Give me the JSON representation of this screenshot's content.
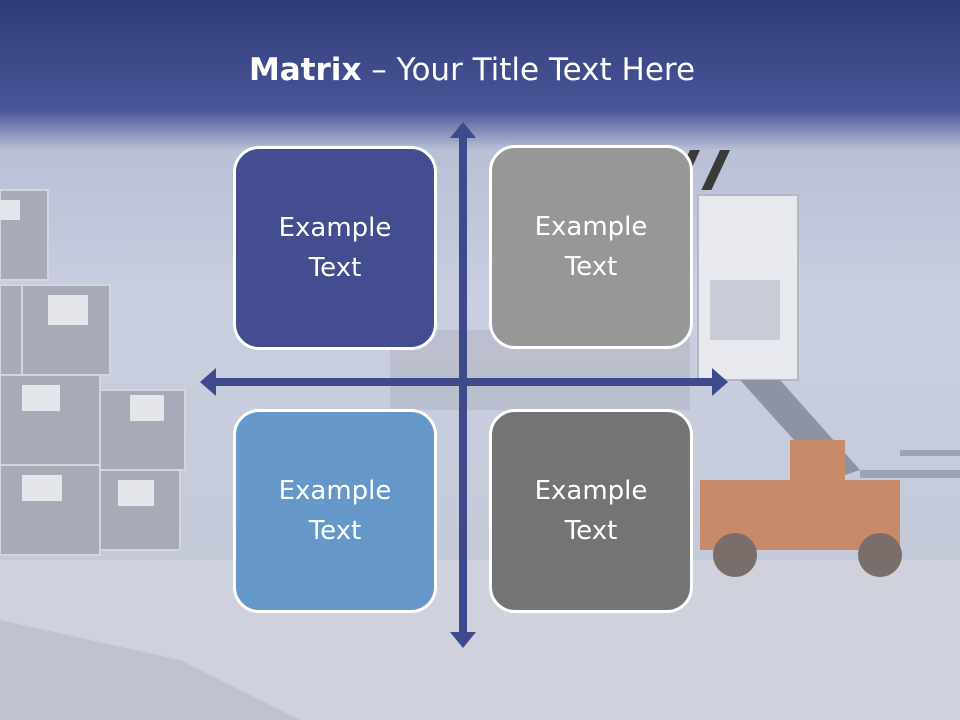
{
  "slide": {
    "title_bold": "Matrix",
    "title_rest": " – Your Title Text Here",
    "quadrants": [
      {
        "text": "Example Text",
        "color": "#434d8f"
      },
      {
        "text": "Example Text",
        "color": "#979797"
      },
      {
        "text": "Example Text",
        "color": "#6598c9"
      },
      {
        "text": "Example Text",
        "color": "#747474"
      }
    ],
    "colors": {
      "axis": "#3f4a8c",
      "header": "#2f3b78"
    }
  }
}
